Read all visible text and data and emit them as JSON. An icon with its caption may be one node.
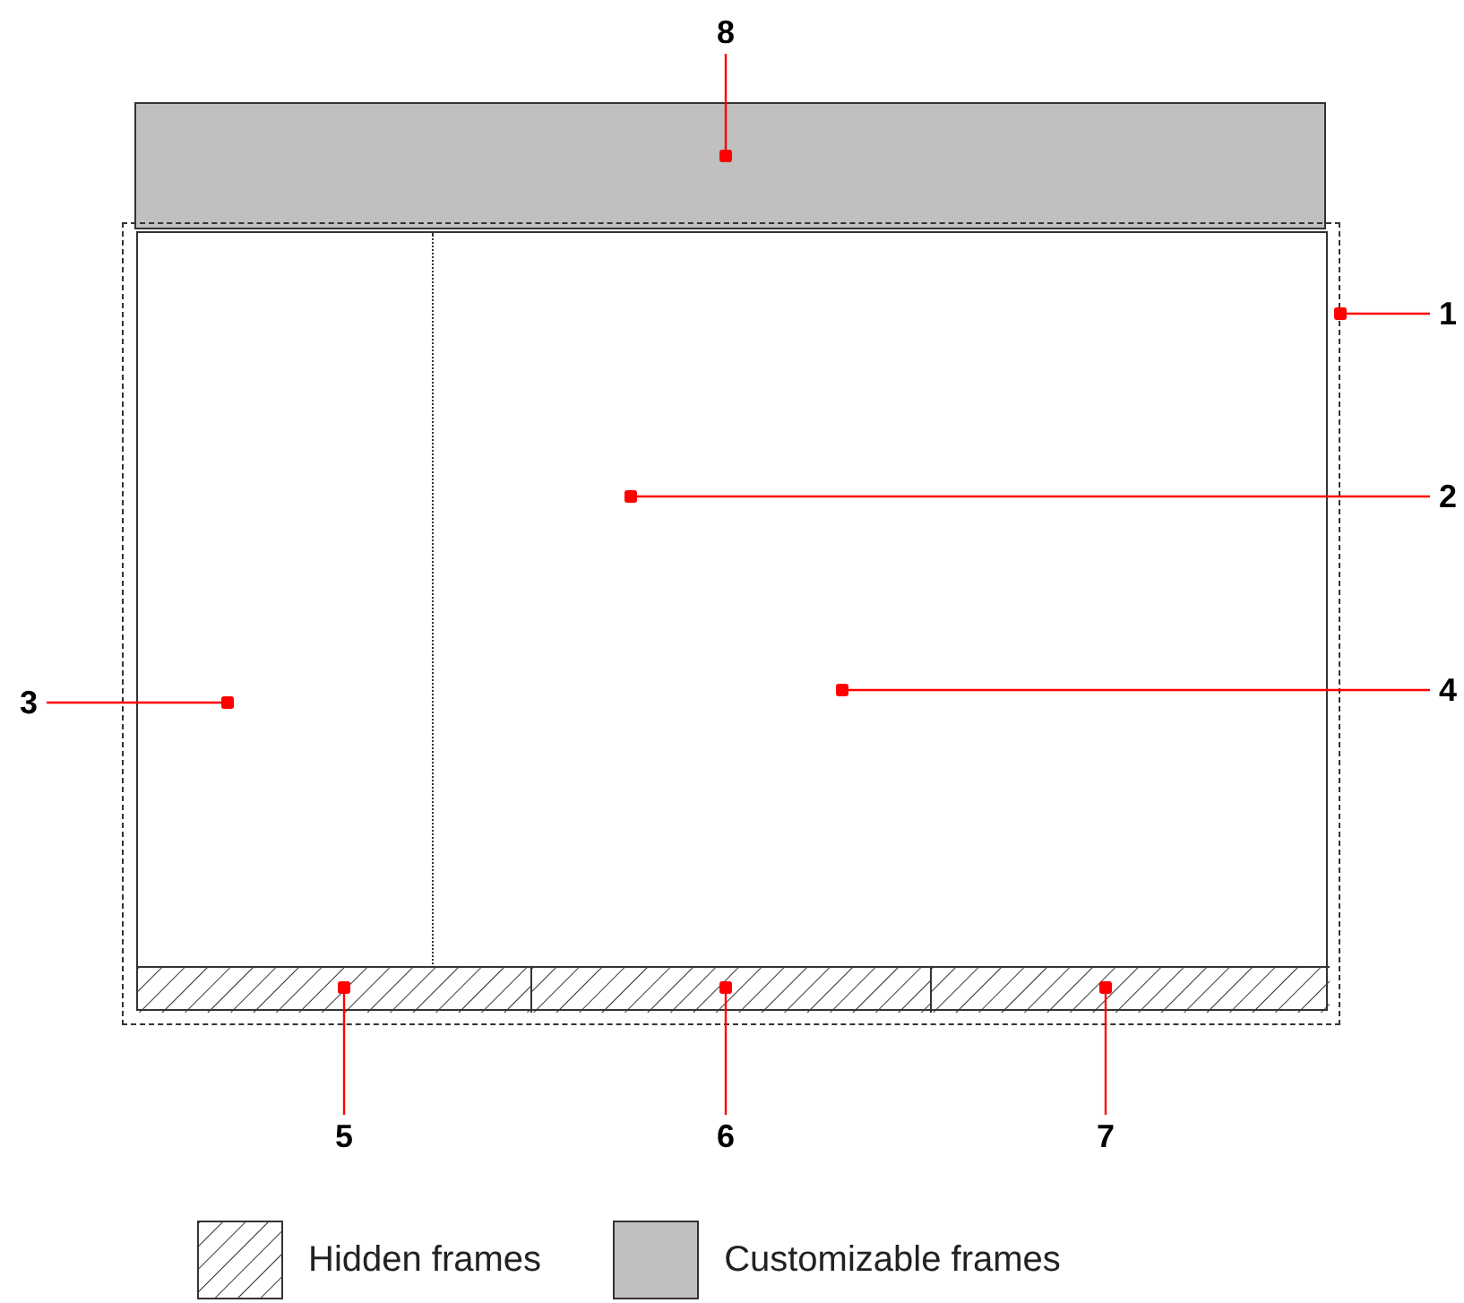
{
  "diagram": {
    "nodes": [
      {
        "text": [
          "8"
        ]
      },
      {
        "text": [
          "1"
        ]
      },
      {
        "text": [
          "2"
        ]
      },
      {
        "text": [
          "3"
        ]
      },
      {
        "text": [
          "4"
        ]
      },
      {
        "text": [
          "5"
        ]
      },
      {
        "text": [
          "6"
        ]
      },
      {
        "text": [
          "7"
        ]
      },
      {
        "text": [],
        "shape": "box"
      },
      {
        "text": [],
        "shape": "box"
      },
      {
        "text": [],
        "shape": "box",
        "in": 9
      },
      {
        "text": [],
        "shape": "box",
        "in": 10
      },
      {
        "text": [],
        "shape": "box",
        "in": 10
      },
      {
        "text": [],
        "shape": "box",
        "in": 10
      },
      {
        "text": [],
        "shape": "box",
        "in": 10
      },
      {
        "text": [],
        "shape": "box",
        "in": 10
      }
    ],
    "edges": [
      {
        "from": 0,
        "to": 8,
        "arrow": "other",
        "color": "#ff0000"
      },
      {
        "from": 1,
        "to": 9,
        "arrow": "other",
        "color": "#ff0000"
      },
      {
        "from": 2,
        "to": 10,
        "arrow": "other",
        "color": "#ff0000"
      },
      {
        "from": 3,
        "to": 11,
        "arrow": "other",
        "color": "#ff0000"
      },
      {
        "from": 4,
        "to": 12,
        "arrow": "other",
        "color": "#ff0000"
      },
      {
        "from": 5,
        "to": 13,
        "arrow": "other",
        "color": "#ff0000"
      },
      {
        "from": 6,
        "to": 14,
        "arrow": "other",
        "color": "#ff0000"
      },
      {
        "from": 7,
        "to": 15,
        "arrow": "other",
        "color": "#ff0000"
      }
    ],
    "legend": [
      {
        "text": "Hidden frames"
      },
      {
        "text": "Customizable frames",
        "color": "#c0c0c0"
      }
    ]
  }
}
